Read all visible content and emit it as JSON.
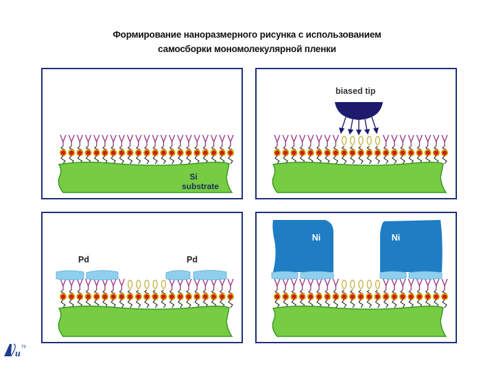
{
  "title": {
    "line1": "Формирование наноразмерного рисунка с использованием",
    "line2": "самосборки мономолекулярной пленки"
  },
  "panels": {
    "p1": {
      "substrate_label_1": "Si",
      "substrate_label_2": "substrate"
    },
    "p2": {
      "tip_label": "biased tip"
    },
    "p3": {
      "pd_left": "Pd",
      "pd_right": "Pd"
    },
    "p4": {
      "ni_left": "Ni",
      "ni_right": "Ni"
    }
  },
  "colors": {
    "frame": "#1c2e7a",
    "substrate": "#77cc44",
    "substrate_edge": "#3a9a22",
    "head_purple": "#9a3a8a",
    "head_modified": "#c8b44a",
    "chain": "#2a2a2a",
    "bead_fill": "#c8201a",
    "bead_ring": "#e0a000",
    "pd": "#8fcfee",
    "ni": "#1f7dc4",
    "tip": "#1e1a6e"
  },
  "logo": {
    "text": "Au",
    "superscript": "79"
  }
}
